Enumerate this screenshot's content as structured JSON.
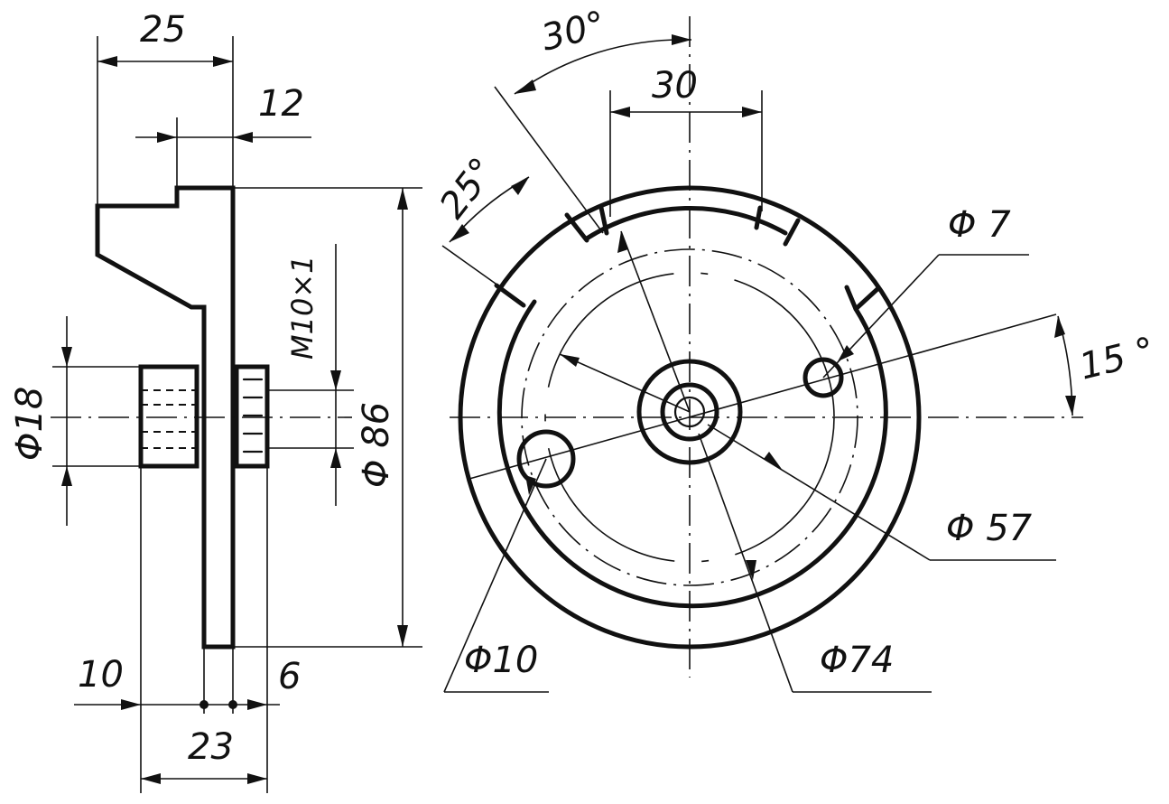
{
  "side_view": {
    "dim_top_width": "25",
    "dim_boss": "12",
    "dim_thread": "M10×1",
    "dim_height": "Φ 86",
    "dim_hub_dia": "Φ18",
    "dim_left": "10",
    "dim_total": "23",
    "dim_right": "6"
  },
  "front_view": {
    "dim_angle_top": "30°",
    "dim_slot_width": "30",
    "dim_angle_slot": "25°",
    "dim_hole_small": "Φ 7",
    "dim_angle_hole": "15 °",
    "dim_pitch_circle": "Φ 57",
    "dim_hole_large": "Φ10",
    "dim_inner_circle": "Φ74"
  }
}
